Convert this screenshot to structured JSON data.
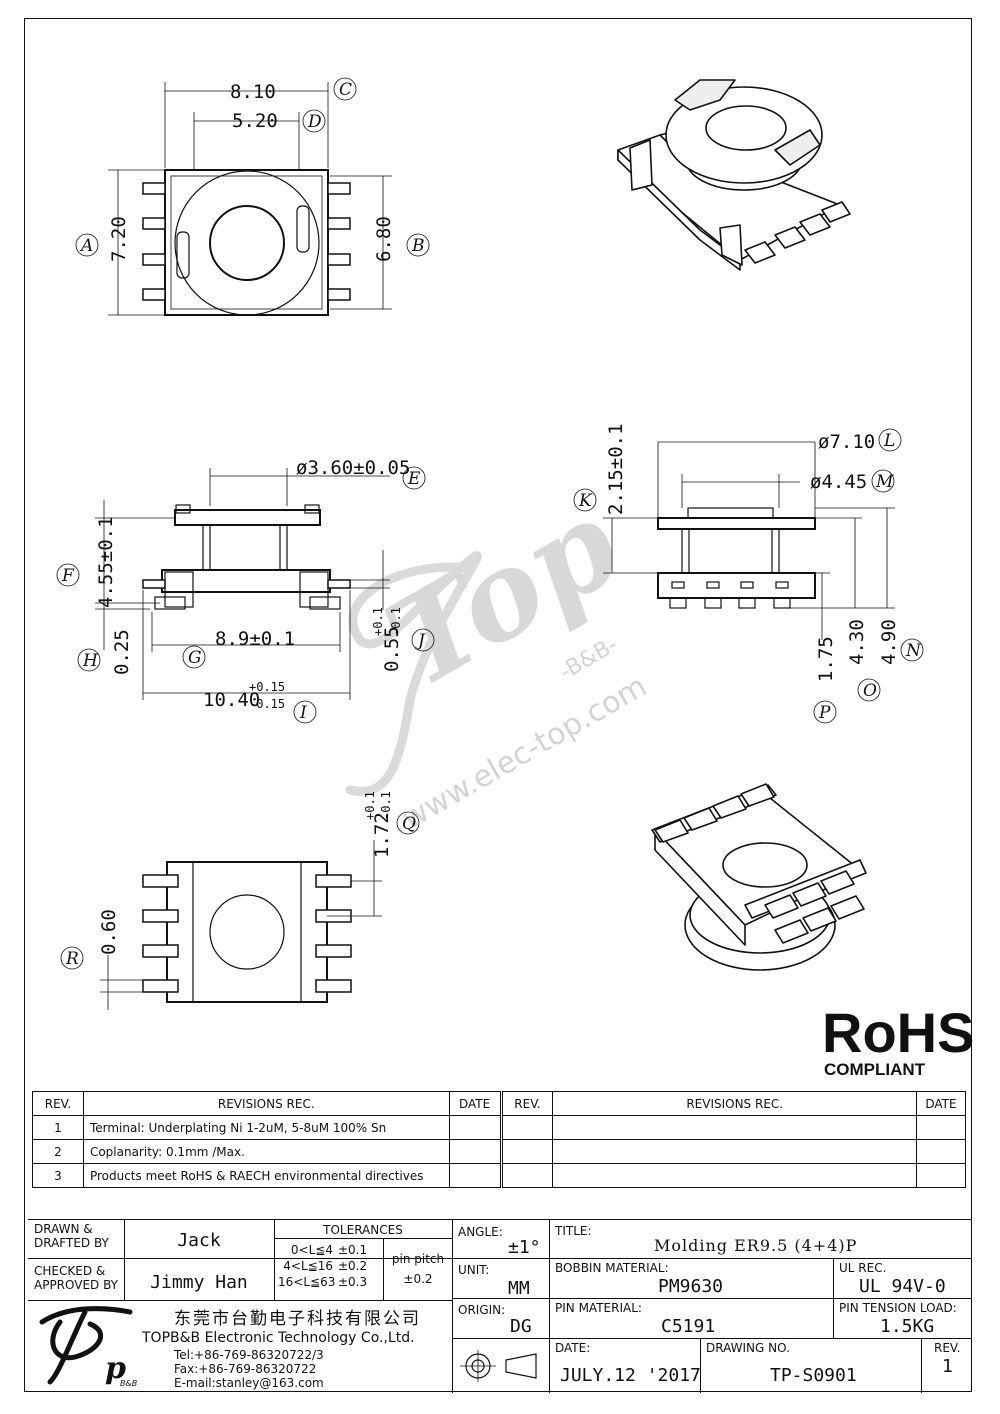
{
  "dimensions": {
    "top_view": {
      "width_overall": "8.10",
      "width_inner": "5.20",
      "height_overall": "7.20",
      "height_body": "6.80",
      "labels": {
        "width_overall": "C",
        "width_inner": "D",
        "height_overall": "A",
        "height_body": "B"
      }
    },
    "front_view": {
      "bore": "ø3.60±0.05",
      "bore_label": "E",
      "height": "4.55±0.1",
      "height_label": "F",
      "pin_span": "8.9±0.1",
      "pin_span_label": "G",
      "standoff": "0.25",
      "standoff_label": "H",
      "overall_base": "10.40",
      "overall_tol_plus": "+0.15",
      "overall_tol_minus": "-0.15",
      "overall_label": "I",
      "pin_thk": "0.55",
      "pin_thk_tol_plus": "+0.1",
      "pin_thk_tol_minus": "-0.1",
      "pin_thk_label": "J"
    },
    "side_view": {
      "flange_dia": "ø7.10",
      "flange_label": "L",
      "core_dia": "ø4.45",
      "core_label": "M",
      "flange_h": "2.15±0.1",
      "flange_h_label": "K",
      "base_h": "1.75",
      "base_h_label": "P",
      "core_h": "4.30",
      "core_h_label": "O",
      "total_h": "4.90",
      "total_h_label": "N"
    },
    "bottom_view": {
      "pitch": "0.60",
      "pitch_label": "R",
      "pin_len": "1.72",
      "pin_len_tol_plus": "+0.1",
      "pin_len_tol_minus": "-0.1",
      "pin_len_label": "Q"
    }
  },
  "watermark": {
    "logo": "Top",
    "sub": "-B&B-",
    "url": "www.elec-top.com"
  },
  "rohs": {
    "brand": "RoHS",
    "compliant": "COMPLIANT"
  },
  "revisions": {
    "headers": {
      "rev": "REV.",
      "rec": "REVISIONS   REC.",
      "date": "DATE"
    },
    "rows": [
      {
        "rev": "1",
        "rec": "Terminal: Underplating Ni 1-2uM, 5-8uM 100% Sn",
        "date": ""
      },
      {
        "rev": "2",
        "rec": "Coplanarity: 0.1mm  /Max.",
        "date": ""
      },
      {
        "rev": "3",
        "rec": "Products  meet  RoHS  &  RAECH  environmental  directives",
        "date": ""
      }
    ]
  },
  "title_block": {
    "drawn_label": "DRAWN &\nDRAFTED BY",
    "drawn_by": "Jack",
    "checked_label": "CHECKED &\nAPPROVED BY",
    "checked_by": "Jimmy Han",
    "tolerances_label": "TOLERANCES",
    "tol_rows": [
      {
        "range": "0<L≦4",
        "tol": "±0.1"
      },
      {
        "range": "4<L≦16",
        "tol": "±0.2"
      },
      {
        "range": "16<L≦63",
        "tol": "±0.3"
      }
    ],
    "pin_pitch_label": "pin pitch",
    "pin_pitch_tol": "±0.2",
    "angle_label": "ANGLE:",
    "angle": "±1°",
    "unit_label": "UNIT:",
    "unit": "MM",
    "origin_label": "ORIGIN:",
    "origin": "DG",
    "title_label": "TITLE:",
    "title": "Molding ER9.5 (4+4)P",
    "bobbin_label": "BOBBIN MATERIAL:",
    "bobbin": "PM9630",
    "ul_label": "UL REC.",
    "ul": "UL 94V-0",
    "pin_mat_label": "PIN MATERIAL:",
    "pin_mat": "C5191",
    "tension_label": "PIN TENSION LOAD:",
    "tension": "1.5KG",
    "date_label": "DATE:",
    "date": "JULY.12 '2017",
    "drawing_label": "DRAWING NO.",
    "drawing_no": "TP-S0901",
    "rev_label": "REV.",
    "rev": "1",
    "company_cn": "东莞市台勤电子科技有限公司",
    "company_en": "TOPB&B Electronic Technology Co.,Ltd.",
    "tel": "Tel:+86-769-86320722/3",
    "fax": "Fax:+86-769-86320722",
    "email": "E-mail:stanley@163.com",
    "logo_sub": "B&B"
  }
}
